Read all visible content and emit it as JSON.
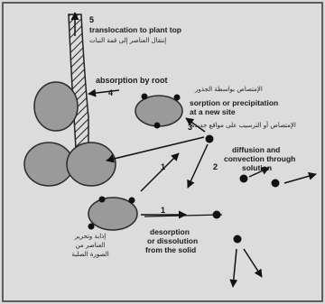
{
  "steps": {
    "translocation": {
      "number": "5",
      "en": "translocation to plant top",
      "ar": "إنتقال العناصر إلى قمة النبات"
    },
    "absorption": {
      "number": "4",
      "en": "absorption by root",
      "ar": "الإمتصاص بواسطة الجذور"
    },
    "sorption": {
      "number": "3",
      "en_line1": "sorption or precipitation",
      "en_line2": "at a new site",
      "ar": "الإمتصاص أو الترسيب على مواقع جديدة"
    },
    "diffusion": {
      "number": "2",
      "en_line1": "diffusion and",
      "en_line2": "convection through",
      "en_line3": "solution"
    },
    "desorption": {
      "number": "1",
      "en_line1": "desorption",
      "en_line2": "or dissolution",
      "en_line3": "from the solid",
      "ar_line1": "إذابة وتحرير",
      "ar_line2": "العناصر من",
      "ar_line3": "الصورة الصلبة"
    }
  },
  "number_labels": {
    "absorption_lower": "4",
    "desorption_diag": "1",
    "diffusion_mid": "2",
    "sorption_mid": "3"
  },
  "colors": {
    "particle": "#111111",
    "soil_grain": "#9a9a9a",
    "grain_outline": "#2a2a2a",
    "background": "#d8d8d8"
  }
}
